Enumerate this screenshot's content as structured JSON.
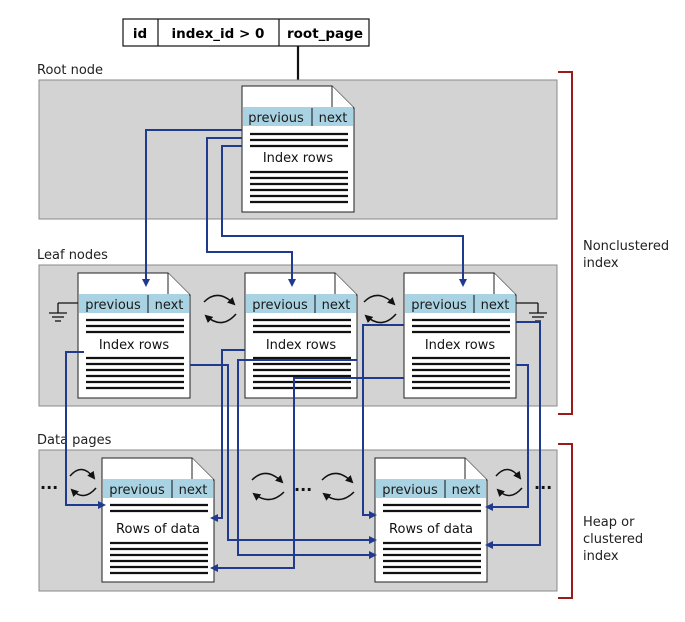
{
  "header": {
    "col1": "id",
    "col2": "index_id > 0",
    "col3": "root_page"
  },
  "sections": {
    "root": "Root node",
    "leaf": "Leaf nodes",
    "data": "Data pages"
  },
  "page": {
    "previous": "previous",
    "next": "next"
  },
  "contents": {
    "index": "Index rows",
    "data": "Rows of data"
  },
  "ellipsis": "...",
  "brackets": {
    "nonclustered": [
      "Nonclustered",
      "index"
    ],
    "heap": [
      "Heap or",
      "clustered",
      "index"
    ]
  },
  "colors": {
    "arrow": "#1f3a8f",
    "band": "#d3d3d3",
    "pn_bar": "#a9d3e2",
    "bracket": "#9b1b1b"
  }
}
